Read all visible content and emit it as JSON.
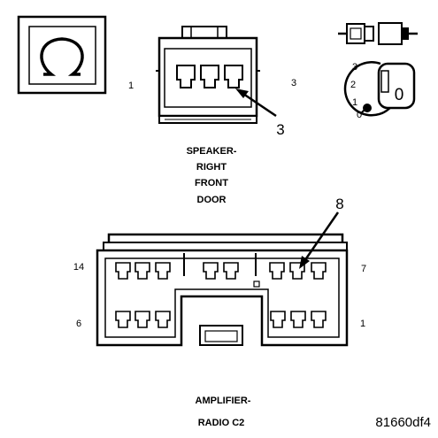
{
  "ohm_symbol": "Ω",
  "speaker": {
    "pin_left": "1",
    "pin_right": "3",
    "callout": "3",
    "caption": [
      "SPEAKER-",
      "RIGHT",
      "FRONT",
      "DOOR"
    ]
  },
  "key_icon": {
    "positions": [
      "3",
      "2",
      "1",
      "0"
    ],
    "key_label": "0"
  },
  "amplifier": {
    "pin_top_left": "14",
    "pin_top_right": "7",
    "pin_bottom_left": "6",
    "pin_bottom_right": "1",
    "callout": "8",
    "caption": [
      "AMPLIFIER-",
      "RADIO C2"
    ]
  },
  "figure_id": "81660df4"
}
